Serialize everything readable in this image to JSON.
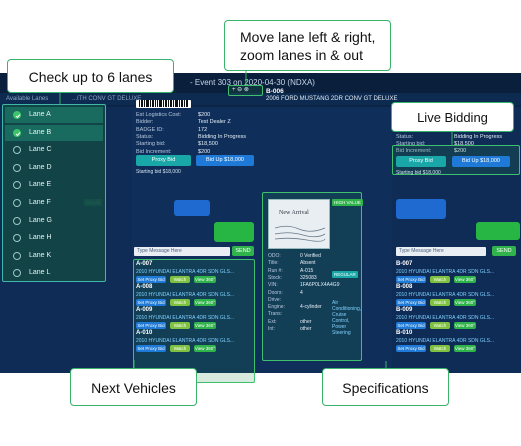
{
  "callouts": {
    "check_lanes": "Check up to 6 lanes",
    "move_lane": "Move lane left & right, zoom lanes in & out",
    "live_bidding": "Live Bidding",
    "next_vehicles": "Next Vehicles",
    "specifications": "Specifications"
  },
  "topbar": {
    "title": "- Event 303 on 2020-04-30 (NDXA)"
  },
  "subbar": {
    "left": "Available Lanes",
    "vehicle_left": "...ITH CONV GT DELUXE"
  },
  "zoom": {
    "label": "+ ⊖ ⊗"
  },
  "lanes": {
    "items": [
      {
        "label": "Lane A",
        "checked": true
      },
      {
        "label": "Lane B",
        "checked": true
      },
      {
        "label": "Lane C",
        "checked": false
      },
      {
        "label": "Lane D",
        "checked": false
      },
      {
        "label": "Lane E",
        "checked": false
      },
      {
        "label": "Lane F",
        "checked": false
      },
      {
        "label": "Lane G",
        "checked": false
      },
      {
        "label": "Lane H",
        "checked": false
      },
      {
        "label": "Lane K",
        "checked": false
      },
      {
        "label": "Lane L",
        "checked": false
      }
    ]
  },
  "left_lane": {
    "rows": [
      {
        "label": "Est Logistics Cost:",
        "value": "$200"
      },
      {
        "label": "Bidder:",
        "value": "Test Dealer Z"
      },
      {
        "label": "BADGE ID:",
        "value": "172"
      },
      {
        "label": "Status:",
        "value": "Bidding In Progress"
      },
      {
        "label": "Starting bid:",
        "value": "$18,500"
      },
      {
        "label": "Bid Increment:",
        "value": "$200"
      }
    ],
    "proxy_label": "Proxy Bid",
    "bid_label": "Bid Up $18,000",
    "starting_bid": "Starting bid $18,000",
    "message_placeholder": "Type Message Here",
    "send": "SEND",
    "value_tag": "VALUE"
  },
  "right_lane": {
    "vehicle": "B-006",
    "vehicle_title": "2006 FORD MUSTANG 2DR CONV GT DELUXE",
    "rows": [
      {
        "label": "Status:",
        "value": "Bidding In Progress"
      },
      {
        "label": "Starting bid:",
        "value": "$18,500"
      },
      {
        "label": "Bid Increment:",
        "value": "$200"
      }
    ],
    "proxy_label": "Proxy Bid",
    "bid_label": "Bid Up $18,000",
    "starting_bid": "Starting bid $18,000",
    "message_placeholder": "Type Message Here",
    "send": "SEND"
  },
  "next_left": [
    {
      "id": "A-007",
      "desc": "2010 HYUNDAI ELANTRA 4DR SDN GLS..."
    },
    {
      "id": "A-008",
      "desc": "2010 HYUNDAI ELANTRA 4DR SDN GLS..."
    },
    {
      "id": "A-009",
      "desc": "2010 HYUNDAI ELANTRA 4DR SDN GLS..."
    },
    {
      "id": "A-010",
      "desc": "2010 HYUNDAI ELANTRA 4DR SDN GLS..."
    }
  ],
  "next_right": [
    {
      "id": "B-007",
      "desc": "2010 HYUNDAI ELANTRA 4DR SDN GLS..."
    },
    {
      "id": "B-008",
      "desc": "2010 HYUNDAI ELANTRA 4DR SDN GLS..."
    },
    {
      "id": "B-009",
      "desc": "2010 HYUNDAI ELANTRA 4DR SDN GLS..."
    },
    {
      "id": "B-010",
      "desc": "2010 HYUNDAI ELANTRA 4DR SDN GLS..."
    }
  ],
  "next_buttons": {
    "proxy": "Set Proxy Bid",
    "watch": "Watch",
    "view": "View 360°"
  },
  "spec": {
    "image_label": "New Arrival",
    "high_value": "HIGH VALUE",
    "regular": "REGULAR",
    "rows": [
      {
        "label": "ODO:",
        "value": "0 Verified"
      },
      {
        "label": "Title:",
        "value": "Absent"
      },
      {
        "label": "Run #:",
        "value": "A-015"
      },
      {
        "label": "Stock:",
        "value": "325083"
      },
      {
        "label": "VIN:",
        "value": "1FA6P0LX4A4G9"
      },
      {
        "label": "Doors:",
        "value": "4"
      },
      {
        "label": "Drive:",
        "value": ""
      },
      {
        "label": "Engine:",
        "value": "4-cylinder"
      },
      {
        "label": "Trans:",
        "value": ""
      },
      {
        "label": "Ext:",
        "value": "other"
      },
      {
        "label": "Int:",
        "value": "other"
      }
    ],
    "features": "Air Conditioning, Cruise Control, Power Steering"
  },
  "colors": {
    "accent": "#38b36a",
    "app_bg": "#0c2547",
    "lane_checked": "#3dc46a"
  }
}
